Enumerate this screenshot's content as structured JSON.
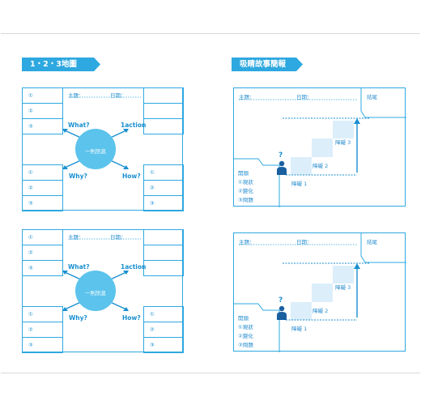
{
  "colors": {
    "accent": "#2ea8e0",
    "circle": "#5bc3ec",
    "step_fill": "#dceefa"
  },
  "left": {
    "banner": "1・2・3地圖",
    "numbers_top": [
      "①",
      "②",
      "③"
    ],
    "numbers_bottom": [
      "①",
      "②",
      "③"
    ],
    "theme": "主題：",
    "date": "日期：",
    "center": "一則訊息",
    "what": "What?",
    "action": "1action",
    "why": "Why?",
    "how": "How?"
  },
  "right": {
    "banner": "吸睛故事簡報",
    "theme": "主題：",
    "date": "日期：",
    "ending": "結尾",
    "opening": "開頭",
    "items": [
      "①現狀",
      "②變化",
      "③問題"
    ],
    "obstacle1": "障礙 1",
    "obstacle2": "障礙 2",
    "obstacle3": "障礙 3",
    "question": "?"
  }
}
